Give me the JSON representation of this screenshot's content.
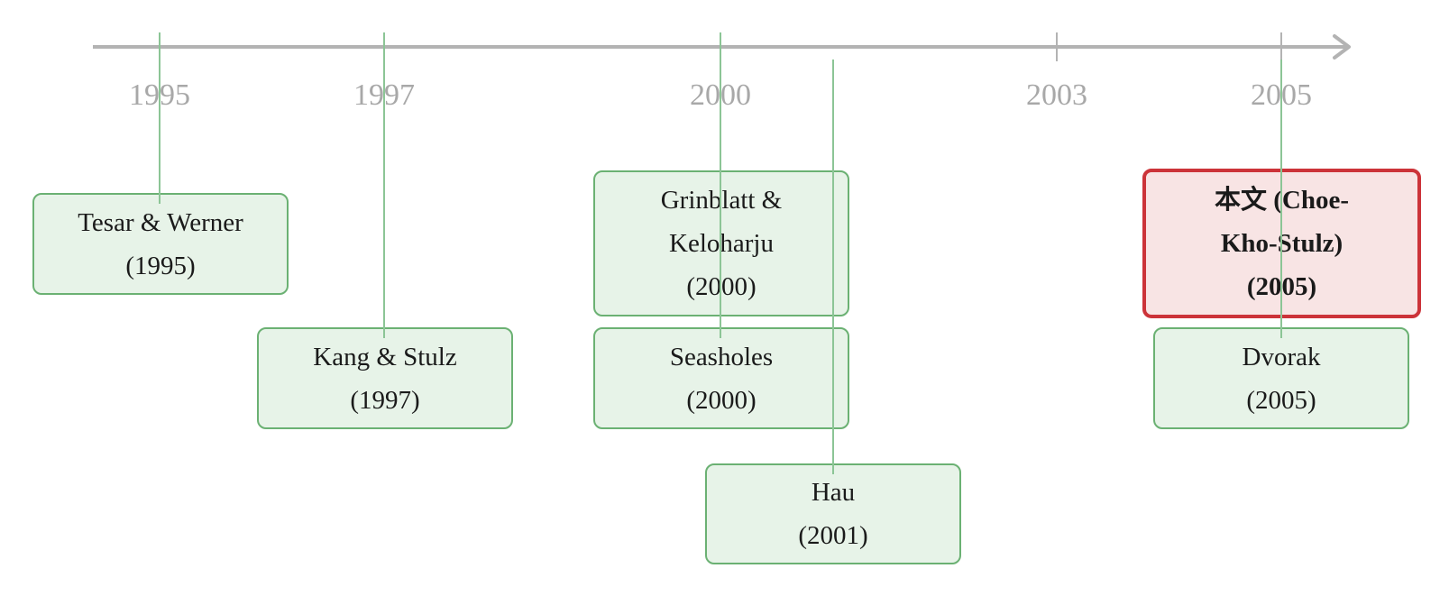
{
  "axis": {
    "ticks": [
      "1995",
      "1997",
      "2000",
      "2003",
      "2005"
    ]
  },
  "colors": {
    "axis": "#b3b3b3",
    "tick_label": "#a8a8a8",
    "box_fill": "#e7f3e8",
    "box_border": "#6bb173",
    "connector": "#8cc596",
    "highlight_fill": "#f8e4e4",
    "highlight_border": "#cc3339"
  },
  "events": [
    {
      "id": "tesar-werner",
      "lines": [
        "Tesar & Werner",
        "(1995)"
      ],
      "year": 1995
    },
    {
      "id": "kang-stulz",
      "lines": [
        "Kang & Stulz",
        "(1997)"
      ],
      "year": 1997
    },
    {
      "id": "grinblatt-keloharju",
      "lines": [
        "Grinblatt &",
        "Keloharju",
        "(2000)"
      ],
      "year": 2000
    },
    {
      "id": "seasholes",
      "lines": [
        "Seasholes",
        "(2000)"
      ],
      "year": 2000
    },
    {
      "id": "hau",
      "lines": [
        "Hau",
        "(2001)"
      ],
      "year": 2001
    },
    {
      "id": "choe-kho-stulz",
      "lines": [
        "本文 (Choe-",
        "Kho-Stulz)",
        "(2005)"
      ],
      "year": 2005,
      "highlight": true
    },
    {
      "id": "dvorak",
      "lines": [
        "Dvorak",
        "(2005)"
      ],
      "year": 2005
    }
  ]
}
